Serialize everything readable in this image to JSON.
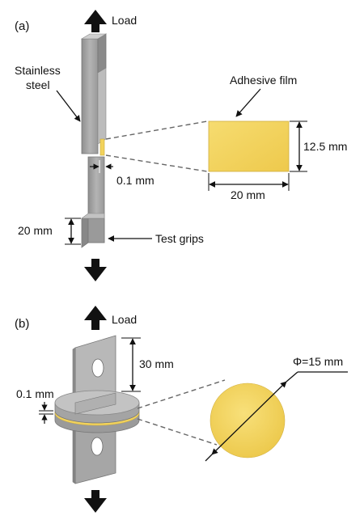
{
  "panels": {
    "a": {
      "label": "(a)",
      "load_label": "Load",
      "material_label_line1": "Stainless",
      "material_label_line2": "steel",
      "film_label": "Adhesive film",
      "gap_label": "0.1 mm",
      "film_height_label": "12.5 mm",
      "film_width_label": "20 mm",
      "grip_length_label": "20 mm",
      "grips_label": "Test grips"
    },
    "b": {
      "label": "(b)",
      "load_label": "Load",
      "gap_label": "0.1 mm",
      "tab_height_label": "30 mm",
      "diameter_label": "Φ=15 mm"
    }
  },
  "colors": {
    "steel": "#a9a9a9",
    "steel_dark": "#7d7d7d",
    "steel_light": "#c8c8c8",
    "film": "#f2d35c",
    "arrow": "#111111"
  }
}
